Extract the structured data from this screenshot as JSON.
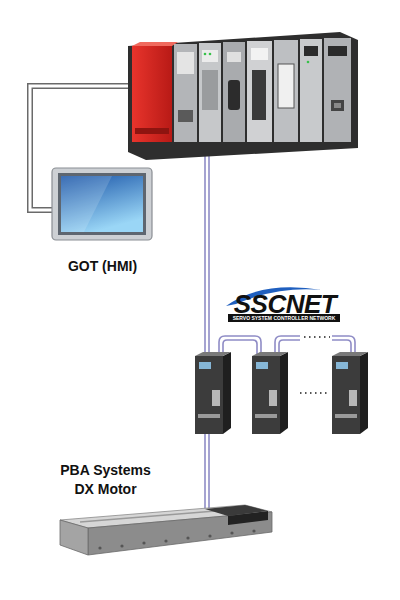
{
  "diagram": {
    "nodes": [
      {
        "text": [
          "GOT (HMI)"
        ]
      },
      {
        "text": [
          "PBA Systems DX Motor"
        ]
      }
    ],
    "labels": [
      "SSCNET",
      "SERVO SYSTEM CONTROLLER NETWORK"
    ]
  }
}
